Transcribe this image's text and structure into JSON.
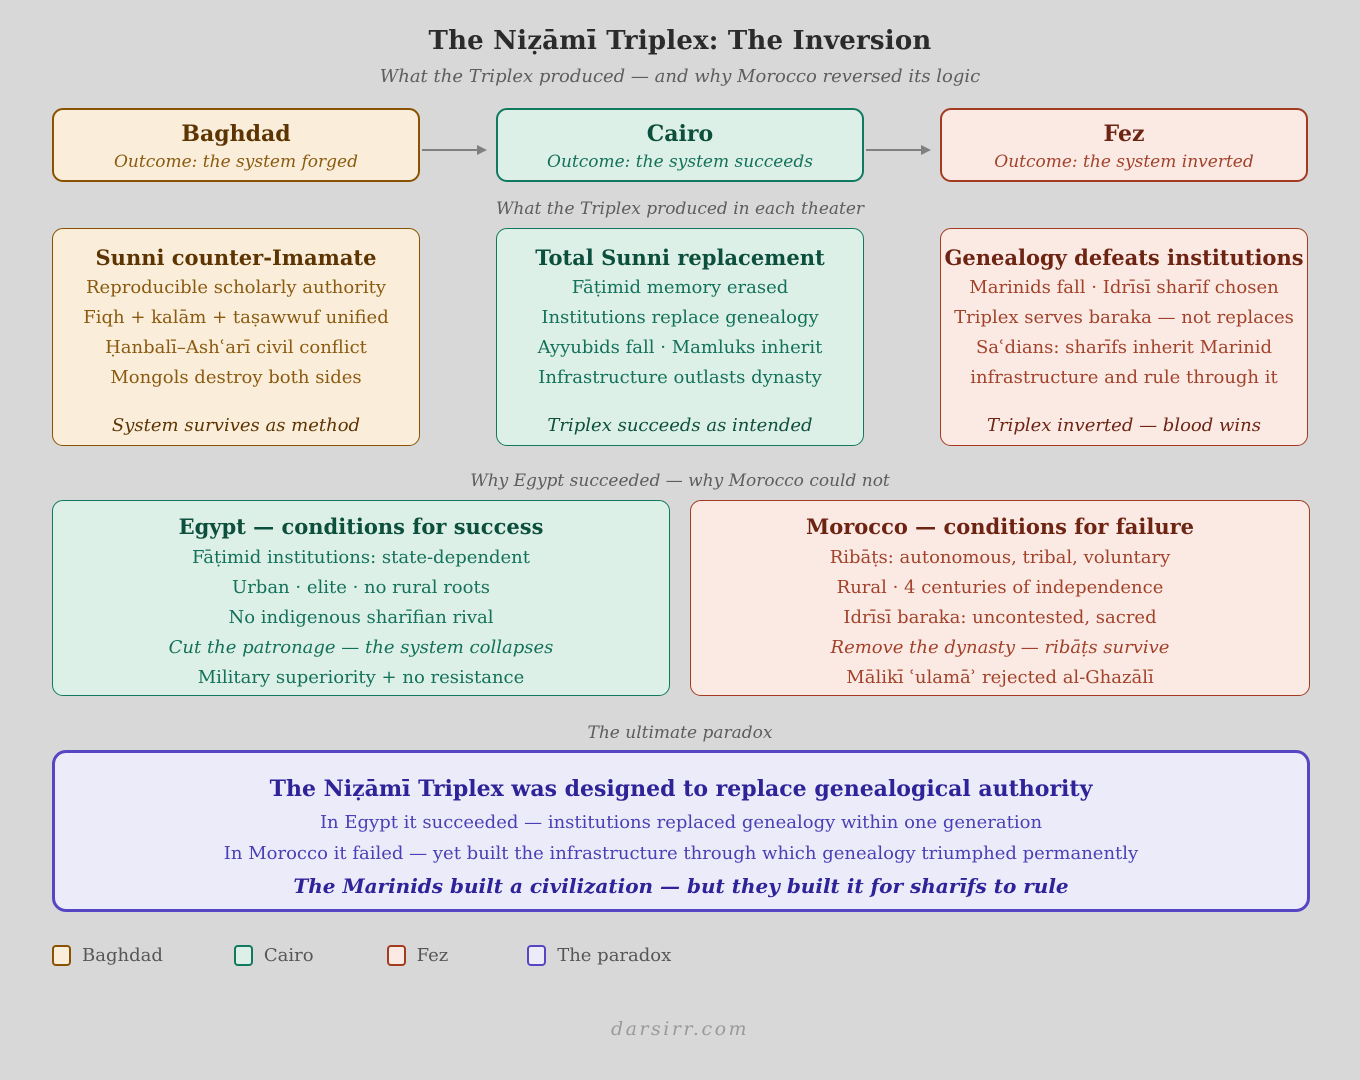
{
  "header": {
    "title": "The Niẓāmī Triplex: The Inversion",
    "subtitle": "What the Triplex produced — and why Morocco reversed its logic"
  },
  "captions": {
    "theaters": "What the Triplex produced in each theater",
    "conditions": "Why Egypt succeeded — why Morocco could not",
    "paradox": "The ultimate paradox"
  },
  "stages": [
    {
      "name": "Baghdad",
      "outcome": "Outcome: the system forged"
    },
    {
      "name": "Cairo",
      "outcome": "Outcome: the system succeeds"
    },
    {
      "name": "Fez",
      "outcome": "Outcome: the system inverted"
    }
  ],
  "theaters": [
    {
      "head": "Sunni counter-Imamate",
      "lines": [
        "Reproducible scholarly authority",
        "Fiqh + kalām + taṣawwuf unified",
        "Ḥanbalī–Ashʿarī civil conflict",
        "Mongols destroy both sides"
      ],
      "kicker": "System survives as method"
    },
    {
      "head": "Total Sunni replacement",
      "lines": [
        "Fāṭimid memory erased",
        "Institutions replace genealogy",
        "Ayyubids fall · Mamluks inherit",
        "Infrastructure outlasts dynasty"
      ],
      "kicker": "Triplex succeeds as intended"
    },
    {
      "head": "Genealogy defeats institutions",
      "lines": [
        "Marinids fall · Idrīsī sharīf chosen",
        "Triplex serves baraka — not replaces",
        "Saʿdians: sharīfs inherit Marinid",
        "infrastructure and rule through it"
      ],
      "kicker": "Triplex inverted — blood wins"
    }
  ],
  "conditions": [
    {
      "head": "Egypt — conditions for success",
      "lines": [
        "Fāṭimid institutions: state-dependent",
        "Urban · elite · no rural roots",
        "No indigenous sharīfian rival",
        "Cut the patronage — the system collapses",
        "Military superiority + no resistance"
      ]
    },
    {
      "head": "Morocco — conditions for failure",
      "lines": [
        "Ribāṭs: autonomous, tribal, voluntary",
        "Rural · 4 centuries of independence",
        "Idrīsī baraka: uncontested, sacred",
        "Remove the dynasty — ribāṭs survive",
        "Mālikī ʿulamāʾ rejected al-Ghazālī"
      ]
    }
  ],
  "paradox": {
    "head": "The Niẓāmī Triplex was designed to replace genealogical authority",
    "line1": "In Egypt it succeeded — institutions replaced genealogy within one generation",
    "line2": "In Morocco it failed — yet built the infrastructure through which genealogy triumphed permanently",
    "kicker": "The Marinids built a civilization — but they built it for sharīfs to rule"
  },
  "legend": [
    {
      "label": "Baghdad",
      "fill": "#faeeda",
      "border": "#8a5200"
    },
    {
      "label": "Cairo",
      "fill": "#ddf0e7",
      "border": "#117a5e"
    },
    {
      "label": "Fez",
      "fill": "#fbeae4",
      "border": "#a33b21"
    },
    {
      "label": "The paradox",
      "fill": "#ecebfa",
      "border": "#5746c4"
    }
  ],
  "footer": "darsirr.com",
  "palette": {
    "background": "#d8d8d8",
    "baghdad": "#8a5200",
    "cairo": "#117a5e",
    "fez": "#a33b21",
    "paradox": "#5746c4",
    "arrow": "#808080"
  }
}
